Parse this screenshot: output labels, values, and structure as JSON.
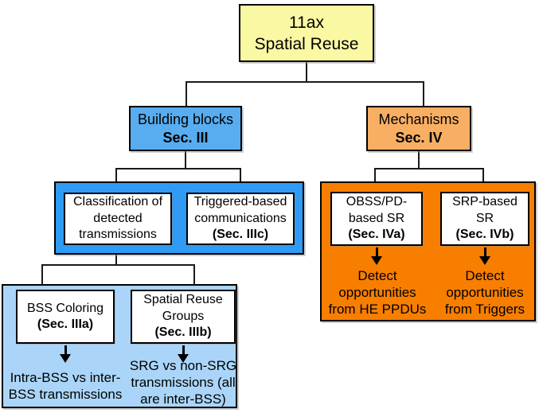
{
  "diagram": {
    "root": {
      "label": "11ax\nSpatial Reuse"
    },
    "building_blocks": {
      "label": "Building blocks",
      "section": "Sec. III"
    },
    "mechanisms": {
      "label": "Mechanisms",
      "section": "Sec. IV"
    },
    "classification": {
      "label": "Classification of\ndetected\ntransmissions"
    },
    "triggered": {
      "label": "Triggered-based\ncommunications",
      "section": "(Sec. IIIc)"
    },
    "obss": {
      "label": "OBSS/PD-\nbased SR",
      "section": "(Sec. IVa)",
      "note": "Detect\nopportunities\nfrom HE PPDUs"
    },
    "srp": {
      "label": "SRP-based\nSR",
      "section": "(Sec. IVb)",
      "note": "Detect\nopportunities\nfrom Triggers"
    },
    "bss_coloring": {
      "label": "BSS Coloring",
      "section": "(Sec. IIIa)",
      "note": "Intra-BSS vs inter-\nBSS transmissions"
    },
    "srg": {
      "label": "Spatial Reuse\nGroups",
      "section": "(Sec. IIIb)",
      "note": "SRG vs non-SRG\ntransmissions (all\nare inter-BSS)"
    }
  },
  "colors": {
    "root_bg": "#FAF8A3",
    "building_blocks_bg": "#58ADF1",
    "mechanisms_bg": "#F9AF63",
    "building_blocks_group_bg": "#2F9BF4",
    "mechanisms_group_bg": "#F87E00",
    "coloring_group_bg": "#AAD5F8",
    "inner_box_bg": "#FFFFFF",
    "border": "#000000",
    "connector": "#1A1A1A",
    "text": "#000000"
  }
}
